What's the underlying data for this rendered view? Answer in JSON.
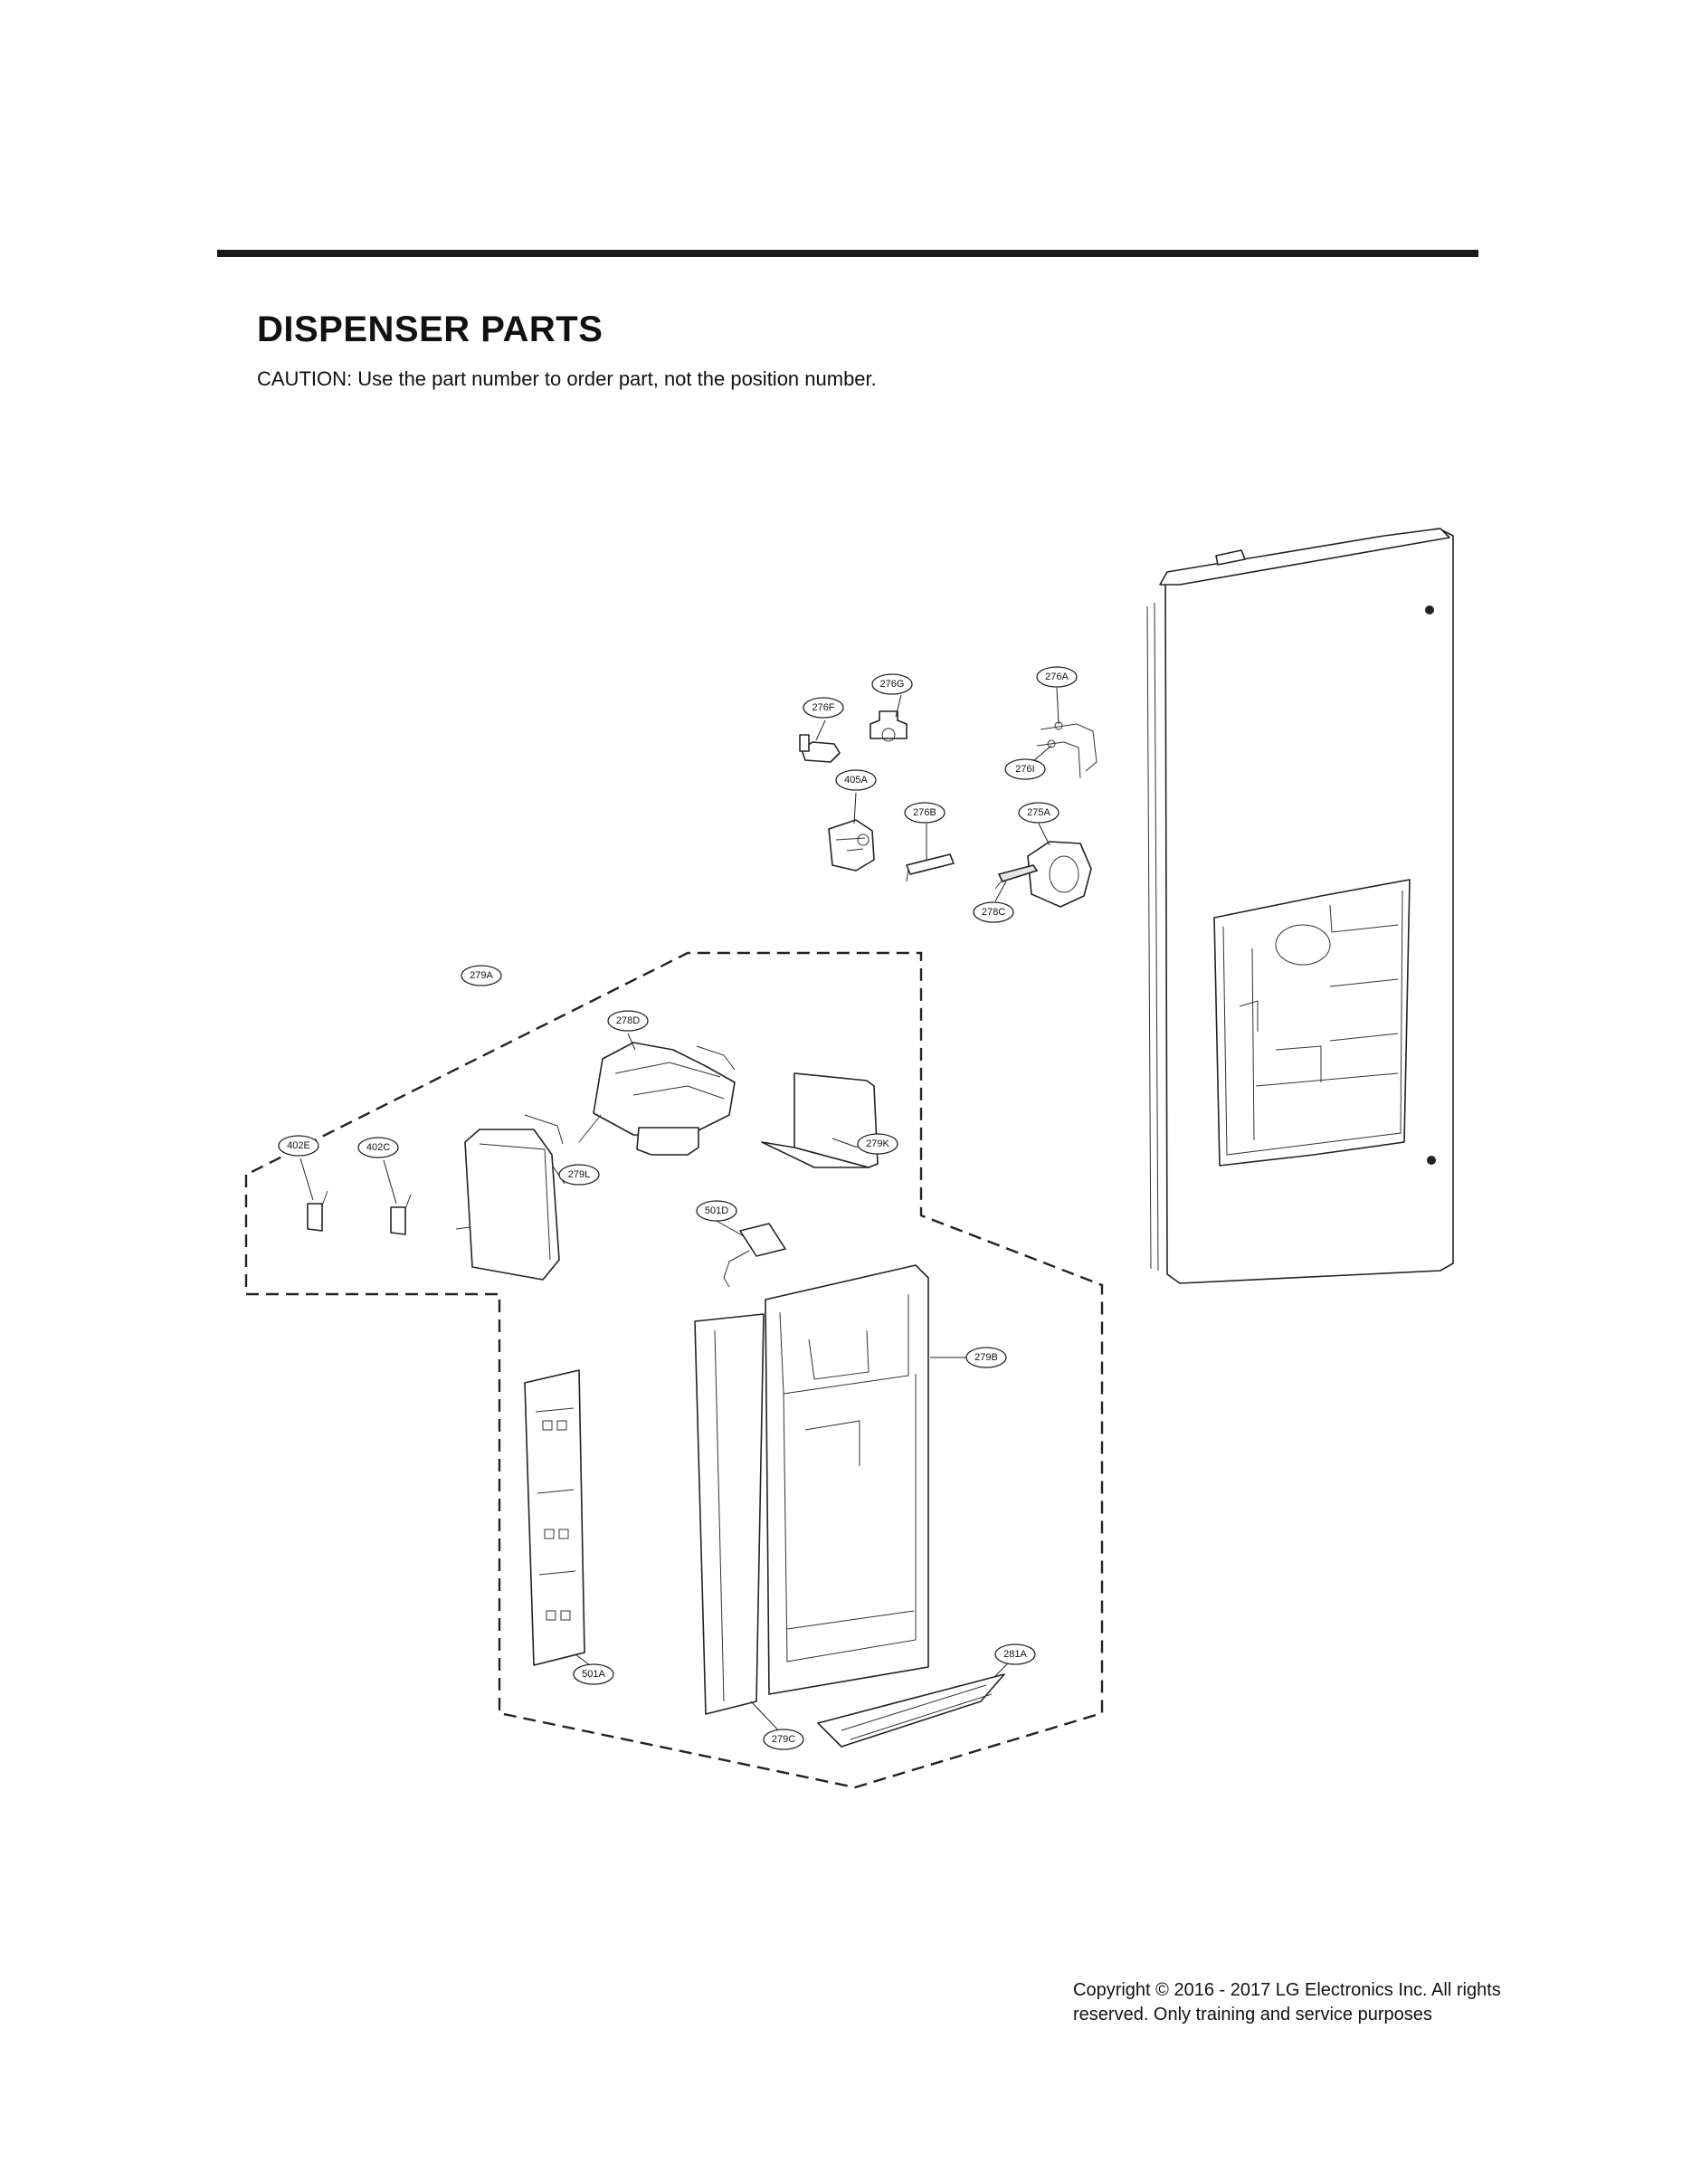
{
  "header": {
    "title": "DISPENSER PARTS",
    "caution": "CAUTION: Use the part number to order part, not the position number."
  },
  "footer": {
    "copyright": "Copyright © 2016 - 2017 LG Electronics Inc. All rights reserved. Only training and service purposes"
  },
  "callouts": {
    "c276A": "276A",
    "c276G": "276G",
    "c276F": "276F",
    "c276I": "276I",
    "c405A": "405A",
    "c276B": "276B",
    "c275A": "275A",
    "c278C": "278C",
    "c279A": "279A",
    "c278D": "278D",
    "c402E": "402E",
    "c402C": "402C",
    "c279L": "279L",
    "c279K": "279K",
    "c501D": "501D",
    "c279B": "279B",
    "c501A": "501A",
    "c281A": "281A",
    "c279C": "279C"
  }
}
